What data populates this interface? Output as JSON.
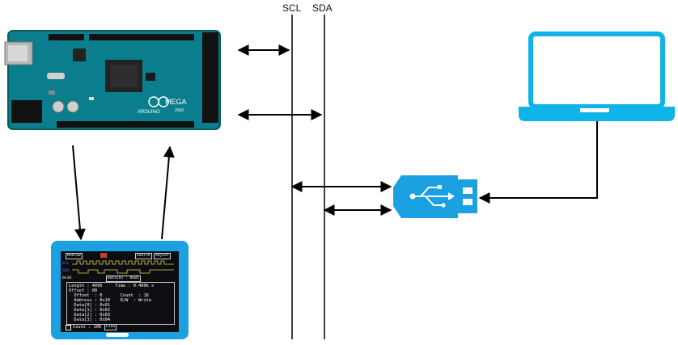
{
  "bus": {
    "scl_label": "SCL",
    "sda_label": "SDA"
  },
  "arduino": {
    "brand": "ARDUINO",
    "model": "MEGA",
    "model_no": "2560"
  },
  "oscilloscope": {
    "top_left_button": "Redraw",
    "top_right_buttons": [
      "Search",
      "Adjust"
    ],
    "channel_labels": [
      "SCL",
      "SDA"
    ],
    "addr_tag": "0x10",
    "data_tag": "Data[0] : 0x01",
    "info_lines": [
      "Length : 4096     Time : 0.400k s",
      "Offset : 80",
      "  Offset  : 0       Count  : 16",
      "  Address : 0x10    R/W  : Write",
      "  Data[0] : 0x01",
      "  Data[1] : 0x02",
      "  Data[2] : 0x03",
      "  Data[3] : 0x04"
    ],
    "footer_count": "Count : 100",
    "footer_mode": "Line"
  },
  "colors": {
    "device_blue": "#1ba1e2",
    "laptop_blue": "#0eb4e8",
    "line": "#000000"
  }
}
